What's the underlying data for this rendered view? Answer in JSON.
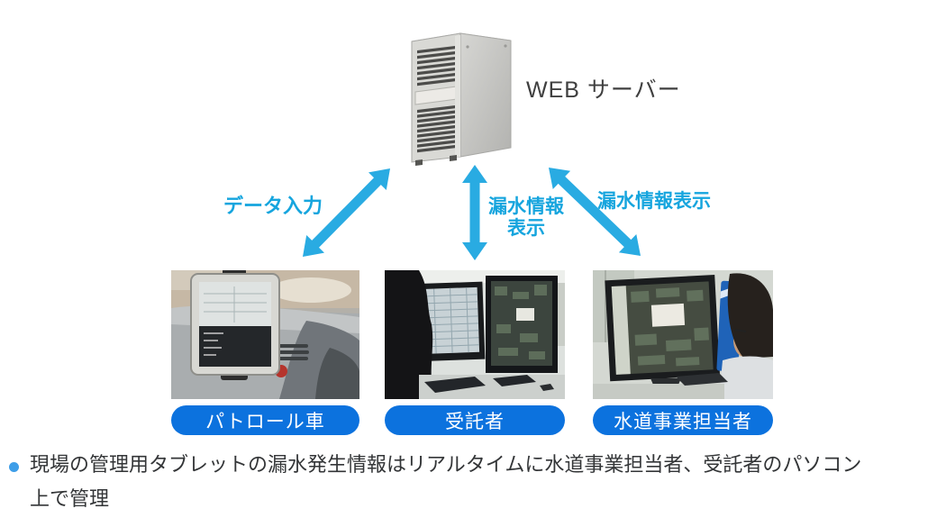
{
  "server": {
    "label": "WEB サーバー",
    "image": "tower-server"
  },
  "arrows": {
    "left": {
      "label": "データ入力",
      "type": "double-headed"
    },
    "middle": {
      "lines": [
        "漏水情報",
        "表示"
      ],
      "type": "double-headed"
    },
    "right": {
      "label": "漏水情報表示",
      "type": "double-headed"
    }
  },
  "nodes": [
    {
      "label": "パトロール車",
      "image": "tablet-mounted-in-patrol-car"
    },
    {
      "label": "受託者",
      "image": "operator-at-dual-monitor-workstation"
    },
    {
      "label": "水道事業担当者",
      "image": "staff-viewing-map-monitor"
    }
  ],
  "note": {
    "lines": [
      "現場の管理用タブレットの漏水発生情報はリアルタイムに水道事業担当者、受託者のパソコン",
      "上で管理"
    ]
  },
  "colors": {
    "arrow": "#29abe2",
    "arrow_label": "#16a5de",
    "pill_background": "#0c72de",
    "pill_text": "#ffffff",
    "note_bullet": "#3e9ee8",
    "note_text": "#333537"
  }
}
